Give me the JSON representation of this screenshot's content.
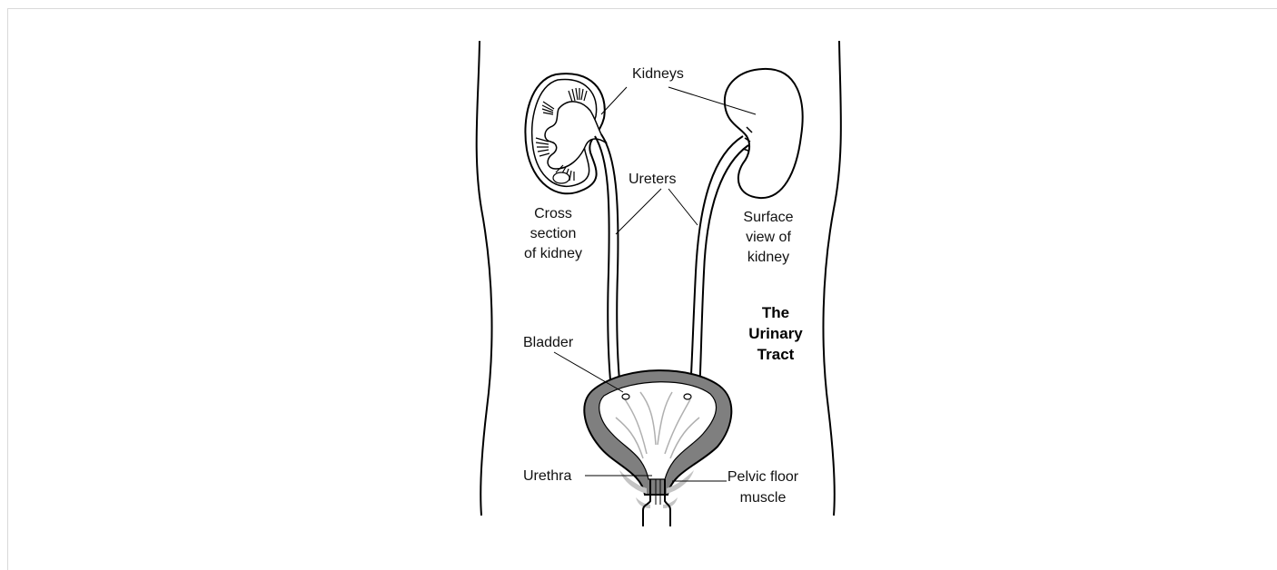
{
  "diagram": {
    "title_lines": [
      "The",
      "Urinary",
      "Tract"
    ],
    "labels": {
      "kidneys": "Kidneys",
      "ureters": "Ureters",
      "cross_section": [
        "Cross",
        "section",
        "of kidney"
      ],
      "surface_view": [
        "Surface",
        "view of",
        "kidney"
      ],
      "bladder": "Bladder",
      "urethra": "Urethra",
      "pelvic_floor": [
        "Pelvic floor",
        "muscle"
      ]
    }
  }
}
